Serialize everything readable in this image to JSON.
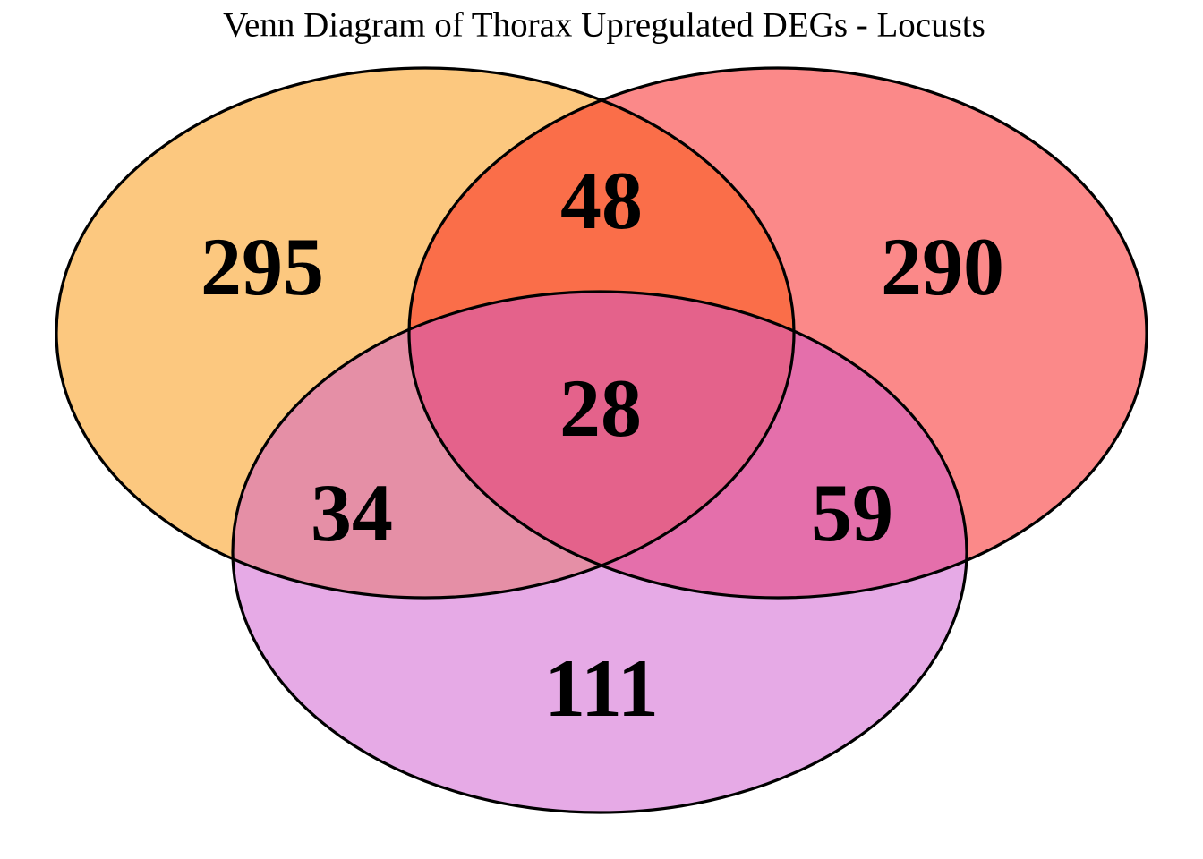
{
  "figure": {
    "title": "Venn Diagram of Thorax Upregulated DEGs - Locusts",
    "background_color": "#ffffff",
    "outline_color": "#000000",
    "text_color": "#000000"
  },
  "chart_data": {
    "type": "venn",
    "title": "Venn Diagram of Thorax Upregulated DEGs - Locusts",
    "legend_position": "none",
    "grid": "off",
    "sets": [
      {
        "id": "top-left",
        "fill": "#FA9100",
        "rendered_fill": "#FDC880",
        "fill_opacity": 0.5
      },
      {
        "id": "top-right",
        "fill": "#F81414",
        "rendered_fill": "#FC8A8A",
        "fill_opacity": 0.5
      },
      {
        "id": "bottom",
        "fill": "#CD55CD",
        "rendered_fill": "#E6AAE6",
        "fill_opacity": 0.5
      }
    ],
    "region_counts": {
      "top_left_only": 295,
      "top_right_only": 290,
      "bottom_only": 111,
      "top_left_and_top_right": 48,
      "top_left_and_bottom": 34,
      "top_right_and_bottom": 59,
      "all_three": 28
    }
  },
  "regions": [
    {
      "name": "left-only",
      "value": "295"
    },
    {
      "name": "right-only",
      "value": "290"
    },
    {
      "name": "left-right-overlap",
      "value": "48"
    },
    {
      "name": "triple-overlap",
      "value": "28"
    },
    {
      "name": "left-bottom-overlap",
      "value": "34"
    },
    {
      "name": "right-bottom-overlap",
      "value": "59"
    },
    {
      "name": "bottom-only",
      "value": "111"
    }
  ]
}
